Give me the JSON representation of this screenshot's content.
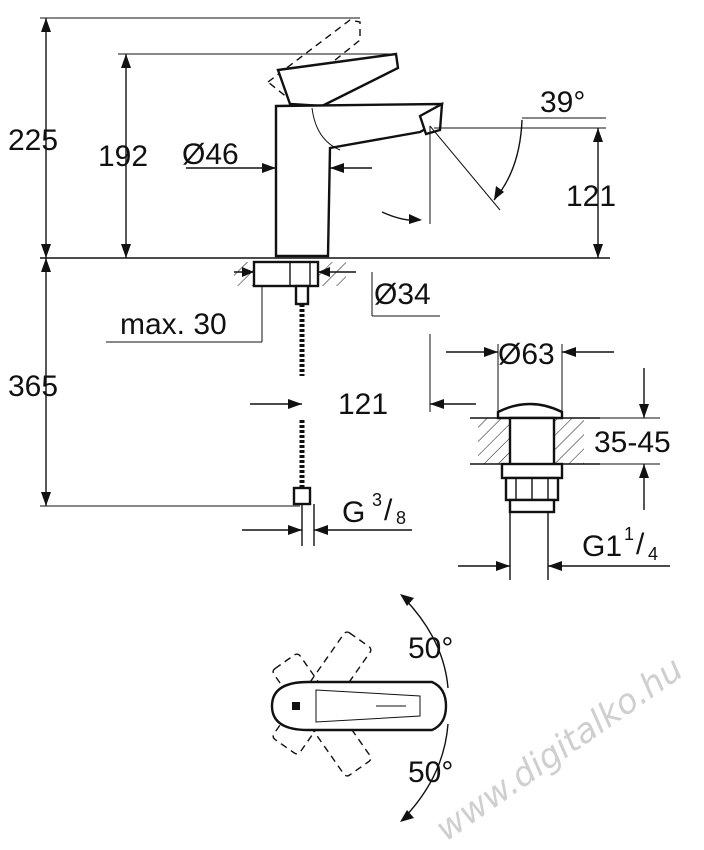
{
  "labels": {
    "h225": "225",
    "h192": "192",
    "d46": "Ø46",
    "a39": "39°",
    "h121": "121",
    "d34": "Ø34",
    "max30": "max. 30",
    "h365": "365",
    "w121": "121",
    "d63": "Ø63",
    "r3545": "35-45",
    "g38_main": "G",
    "g38_num": "3",
    "g38_den": "8",
    "g114_main": "G1",
    "g114_num": "1",
    "g114_den": "4",
    "a50_top": "50°",
    "a50_bottom": "50°"
  },
  "watermark": "www.digitalko.hu"
}
